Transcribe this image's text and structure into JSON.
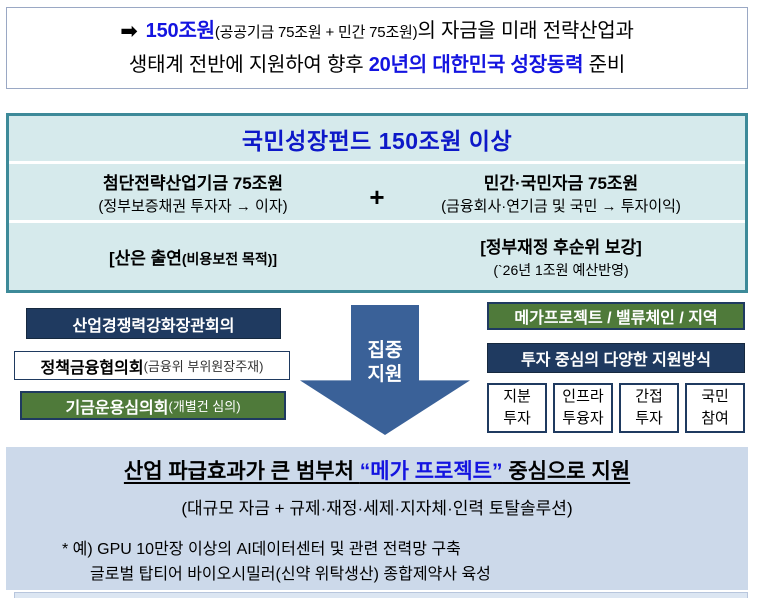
{
  "summary": {
    "arrow_icon": "right-arrow-icon",
    "line1_amount": "150조원",
    "line1_paren": "(공공기금 75조원 + 민간 75조원)",
    "line1_tail": "의 자금을 미래 전략산업과",
    "line2_pre": "생태계 전반에 지원하여 향후 ",
    "line2_highlight": "20년의 대한민국 성장동력",
    "line2_tail": " 준비"
  },
  "fund": {
    "title": "국민성장펀드 150조원 이상",
    "plus": "+",
    "left": {
      "head": "첨단전략산업기금 75조원",
      "sub": "(정부보증채권 투자자 → 이자)",
      "strong_main": "[산은 출연",
      "strong_paren": "(비용보전 목적)]"
    },
    "right": {
      "head": "민간·국민자금 75조원",
      "sub": "(금융회사·연기금 및 국민 → 투자이익)",
      "strong_main": "[정부재정 후순위 보강]",
      "note": "(`26년 1조원 예산반영)"
    }
  },
  "governance": {
    "ministers": "산업경쟁력강화장관회의",
    "policy_main": "정책금융협의회",
    "policy_paren": "(금융위 부위원장주재)",
    "fundcom_main": "기금운용심의회",
    "fundcom_paren": "(개별건 심의)"
  },
  "arrow": {
    "icon": "down-arrow-icon",
    "line1": "집중",
    "line2": "지원"
  },
  "targets": {
    "mega": "메가프로젝트 / 밸류체인 / 지역",
    "method": "투자 중심의 다양한 지원방식",
    "cells": [
      {
        "line1": "지분",
        "line2": "투자"
      },
      {
        "line1": "인프라",
        "line2": "투융자"
      },
      {
        "line1": "간접",
        "line2": "투자"
      },
      {
        "line1": "국민",
        "line2": "참여"
      }
    ]
  },
  "bottom": {
    "head_pre": "산업 파급효과가 큰 범부처 ",
    "head_highlight": "“메가 프로젝트”",
    "head_tail": " 중심으로 지원",
    "sub": "(대규모 자금 + 규제·재정·세제·지자체·인력 토탈솔루션)",
    "example_line1": "* 예) GPU 10만장 이상의 AI데이터센터 및 관련 전력망 구축",
    "example_line2": "글로벌 탑티어 바이오시밀러(신약 위탁생산) 종합제약사 육성"
  },
  "colors": {
    "teal_border": "#3d8a99",
    "teal_fill": "#d6eaec",
    "navy": "#1f3a60",
    "green": "#4f7a3a",
    "arrow_blue": "#3a6198",
    "bottom_fill": "#ccd9ea",
    "highlight_blue": "#1414e0"
  }
}
